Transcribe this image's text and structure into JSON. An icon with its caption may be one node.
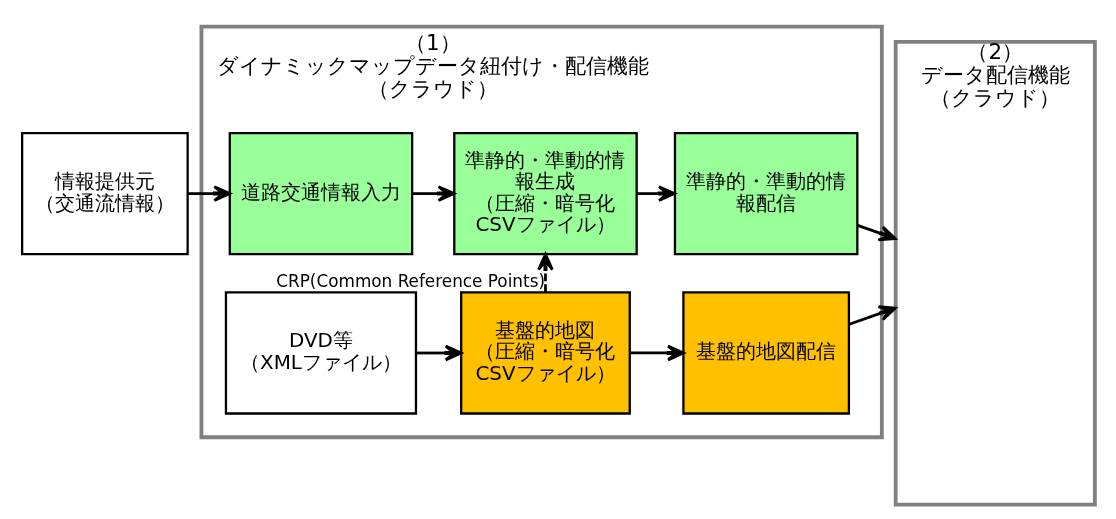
{
  "diagram": {
    "nodes": [
      {
        "text": [
          "（1）ダイナミックマップデータ紐付け・配信機能（クラウド）"
        ]
      },
      {
        "text": [
          "DVD等（XMLファイル）"
        ],
        "in": 0
      },
      {
        "text": [
          "基盤的地図（圧縮・暗号化CSVファイル）"
        ],
        "in": 0
      },
      {
        "text": [
          "基盤的地図配信"
        ],
        "in": 0
      },
      {
        "text": [
          "道路交通情報入力"
        ],
        "in": 0
      },
      {
        "text": [
          "準静的・準動的情報生成（圧縮・暗号化CSVファイル）"
        ],
        "in": 0
      },
      {
        "text": [
          "準静的・準動的情報配信"
        ],
        "in": 0
      },
      {
        "text": [
          "（2）データ配信機能（クラウド）"
        ]
      },
      {
        "text": [
          "情報提供元（交通流情報）"
        ]
      }
    ],
    "edges": [
      {
        "from": 1,
        "to": 2,
        "arrow": "to"
      },
      {
        "from": 2,
        "to": 3,
        "arrow": "to"
      },
      {
        "from": 3,
        "to": 7,
        "arrow": "to"
      },
      {
        "from": 2,
        "to": 5,
        "arrow": "to",
        "style": "dashed",
        "label": "CRP(Common Reference Points)"
      },
      {
        "from": 8,
        "to": 4,
        "arrow": "to"
      },
      {
        "from": 4,
        "to": 5,
        "arrow": "to"
      },
      {
        "from": 5,
        "to": 6,
        "arrow": "to"
      },
      {
        "from": 6,
        "to": 7,
        "arrow": "to"
      }
    ]
  }
}
